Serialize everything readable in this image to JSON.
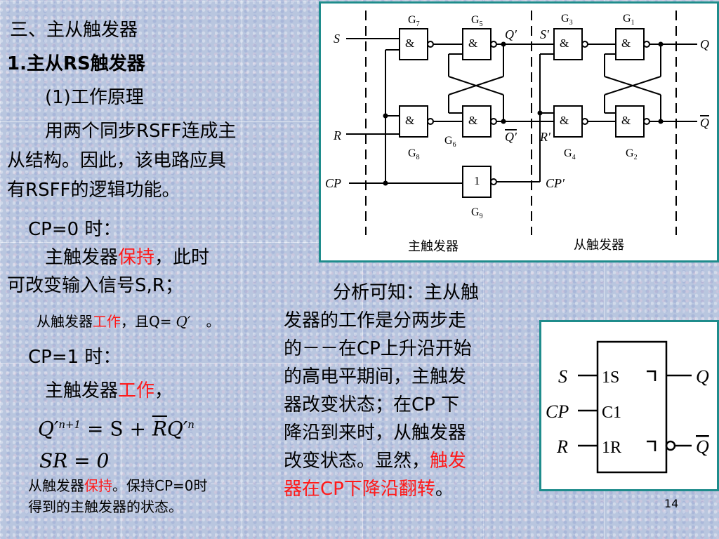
{
  "heading": "三、主从触发器",
  "subheading": "1.主从RS触发器",
  "principle": "(1)工作原理",
  "intro": {
    "line1": "用两个同步RSFF连成主",
    "line2": "从结构。因此，该电路应具",
    "line3": "有RSFF的逻辑功能。"
  },
  "cp0": {
    "title": "CP=0 时：",
    "master_a": "主触发器",
    "master_red": "保持",
    "master_b": "，此时",
    "inputs": "可改变输入信号S,R；",
    "slave_a": "从触发器",
    "slave_red": "工作",
    "slave_b": "，且Q=",
    "slave_q": "Q′",
    "slave_end": "。"
  },
  "cp1": {
    "title": "CP=1 时：",
    "master_a": "主触发器",
    "master_red": "工作",
    "master_b": "，",
    "eq1_left": "Q′",
    "eq1_sup": "n+1",
    "eq1_mid": " = S + ",
    "eq1_rbar": "R",
    "eq1_q": "Q′",
    "eq1_n": "n",
    "eq2": "SR = 0",
    "slave_a": "从触发器",
    "slave_red": "保持",
    "slave_b": "。保持CP=0时",
    "slave_c": "得到的主触发器的状态。"
  },
  "analysis": {
    "l1": "分析可知：主从触",
    "l2": "发器的工作是分两步走",
    "l3": "的－－在CP上升沿开始",
    "l4": "的高电平期间，主触发",
    "l5": "器改变状态；在CP 下",
    "l6": "降沿到来时，从触发器",
    "l7a": "改变状态。显然，",
    "l7red": "触发",
    "l8red": "器在CP下降沿翻转",
    "l8b": "。"
  },
  "circuit": {
    "labels": {
      "S": "S",
      "R": "R",
      "CP": "CP",
      "Qp": "Q′",
      "Qpbar": "Q′",
      "Sp": "S′",
      "Rp": "R′",
      "CPp": "CP′",
      "Q": "Q",
      "Qbar": "Q"
    },
    "gates": {
      "G7": "G",
      "G7n": "7",
      "G5": "G",
      "G5n": "5",
      "G3": "G",
      "G3n": "3",
      "G1": "G",
      "G1n": "1",
      "G8": "G",
      "G8n": "8",
      "G6": "G",
      "G6n": "6",
      "G4": "G",
      "G4n": "4",
      "G2": "G",
      "G2n": "2",
      "G9": "G",
      "G9n": "9"
    },
    "and_symbol": "&",
    "not_symbol": "1",
    "master_label": "主触发器",
    "slave_label": "从触发器"
  },
  "symbol": {
    "S": "S",
    "CP": "CP",
    "R": "R",
    "Q": "Q",
    "Qbar": "Q",
    "in1": "1S",
    "in2": "C1",
    "in3": "1R"
  },
  "page_number": "14",
  "colors": {
    "accent_red": "#ff1a1a",
    "panel_border": "#1f8c8c"
  }
}
